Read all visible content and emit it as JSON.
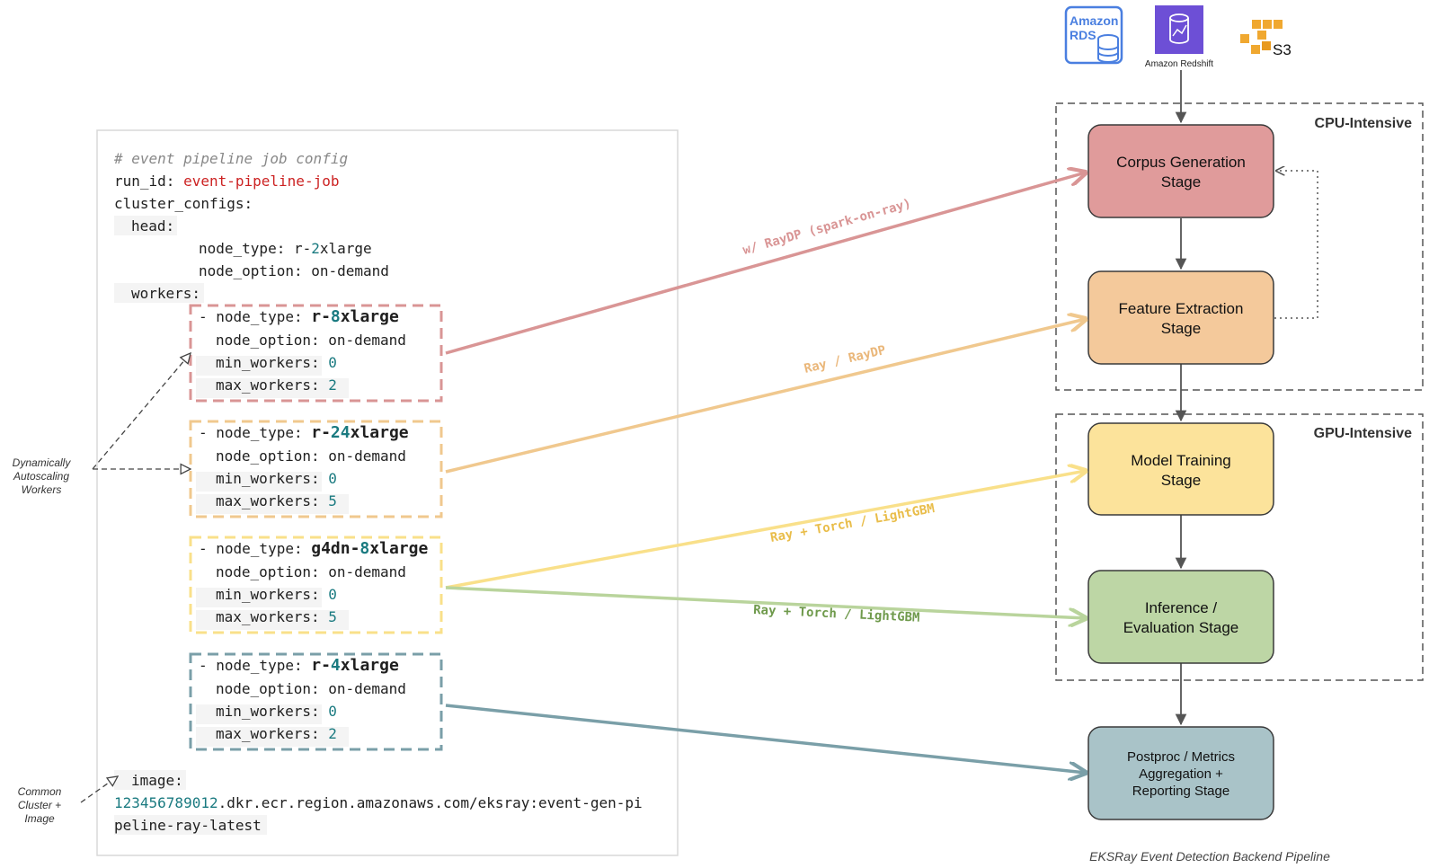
{
  "config": {
    "comment": "# event pipeline job config",
    "run_id_key": "run_id:",
    "run_id_value": "event-pipeline-job",
    "cluster_configs_key": "cluster_configs:",
    "head_key": "head:",
    "head_node_type_key": "node_type:",
    "head_node_type_prefix": "r-",
    "head_node_type_num": "2",
    "head_node_type_suffix": "xlarge",
    "head_node_option_key": "node_option:",
    "head_node_option_value": "on-demand",
    "workers_key": "workers:",
    "workers": [
      {
        "type_prefix": "r-",
        "type_num": "8",
        "type_suffix": "xlarge",
        "option": "on-demand",
        "min": "0",
        "max": "2",
        "color": "#d99595"
      },
      {
        "type_prefix": "r-",
        "type_num": "24",
        "type_suffix": "xlarge",
        "option": "on-demand",
        "min": "0",
        "max": "5",
        "color": "#f0c88e"
      },
      {
        "type_prefix": "g4dn-",
        "type_num": "8",
        "type_suffix": "xlarge",
        "option": "on-demand",
        "min": "0",
        "max": "5",
        "color": "#f9e08a"
      },
      {
        "type_prefix": "r-",
        "type_num": "4",
        "type_suffix": "xlarge",
        "option": "on-demand",
        "min": "0",
        "max": "2",
        "color": "#7a9fa8"
      }
    ],
    "worker_keys": {
      "dash": "- ",
      "node_type": "node_type:",
      "node_option": "node_option:",
      "min_workers": "min_workers:",
      "max_workers": "max_workers:"
    },
    "image_key": "image:",
    "image_line1_num": "123456789012",
    "image_line1_rest1": ".dkr.ecr.region",
    "image_line1_rest2": ".amazonaws.com/eksray:event-gen-pi",
    "image_line2": "peline-ray-latest"
  },
  "side_labels": {
    "autoscaling": [
      "Dynamically",
      "Autoscaling",
      "Workers"
    ],
    "common": [
      "Common",
      "Cluster +",
      "Image"
    ]
  },
  "sources": {
    "rds_line1": "Amazon",
    "rds_line2": "RDS",
    "redshift": "Amazon Redshift",
    "s3": "S3"
  },
  "regions": {
    "cpu": "CPU-Intensive",
    "gpu": "GPU-Intensive"
  },
  "stages": [
    {
      "lines": [
        "Corpus Generation",
        "Stage"
      ],
      "fill": "#e09b9b"
    },
    {
      "lines": [
        "Feature Extraction",
        "Stage"
      ],
      "fill": "#f4c99b"
    },
    {
      "lines": [
        "Model Training",
        "Stage"
      ],
      "fill": "#fce39b"
    },
    {
      "lines": [
        "Inference /",
        "Evaluation Stage"
      ],
      "fill": "#bdd6a5"
    },
    {
      "lines": [
        "Postproc / Metrics",
        "Aggregation +",
        "Reporting Stage"
      ],
      "fill": "#a9c3c8"
    }
  ],
  "edges": [
    {
      "label": "w/ RayDP (spark-on-ray)",
      "color": "#d99595"
    },
    {
      "label": "Ray / RayDP",
      "color": "#eab77a"
    },
    {
      "label": "Ray + Torch / LightGBM",
      "color": "#e9bd4a"
    },
    {
      "label": "Ray + Torch / LightGBM",
      "color": "#6f9a4c"
    },
    {
      "label": "",
      "color": "#7a9fa8"
    }
  ],
  "caption": "EKSRay Event Detection Backend Pipeline",
  "colors": {
    "key_text": "#202020",
    "red_value": "#cc2222",
    "teal_value": "#1a7a80",
    "edge_red": "#d99595",
    "edge_orange": "#f0c88e",
    "edge_yellow": "#f9e08a",
    "edge_green": "#b9d49c",
    "edge_teal": "#7a9fa8"
  }
}
